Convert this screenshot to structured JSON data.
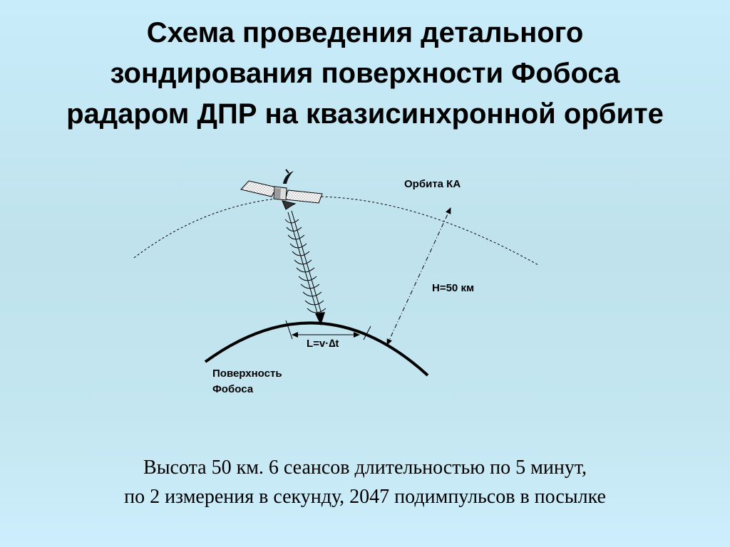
{
  "title": {
    "line1": "Схема проведения детального",
    "line2": "зондирования поверхности Фобоса",
    "line3": "радаром ДПР на квазисинхронной орбите"
  },
  "diagram": {
    "orbit_label": "Орбита КА",
    "height_label": "H=50 км",
    "footprint_label": "L=v·∆t",
    "surface_label_line1": "Поверхность",
    "surface_label_line2": "Фобоса"
  },
  "caption": {
    "line1": "Высота 50 км. 6 сеансов длительностью по 5 минут,",
    "line2": "по 2 измерения в секунду, 2047 подимпульсов в посылке"
  }
}
